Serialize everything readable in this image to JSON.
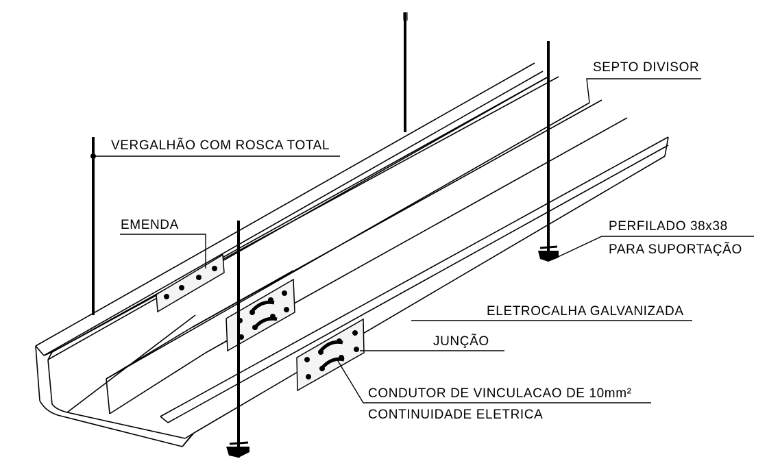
{
  "labels": {
    "septo": "SEPTO DIVISOR",
    "vergalhao": "VERGALHÃO COM ROSCA TOTAL",
    "emenda": "EMENDA",
    "perfilado_1": "PERFILADO 38x38",
    "perfilado_2": "PARA SUPORTAÇÃO",
    "eletrocalha": "ELETROCALHA GALVANIZADA",
    "juncao": "JUNÇÃO",
    "condutor": "CONDUTOR DE VINCULACAO DE 10mm²",
    "continuidade": "CONTINUIDADE ELETRICA"
  }
}
